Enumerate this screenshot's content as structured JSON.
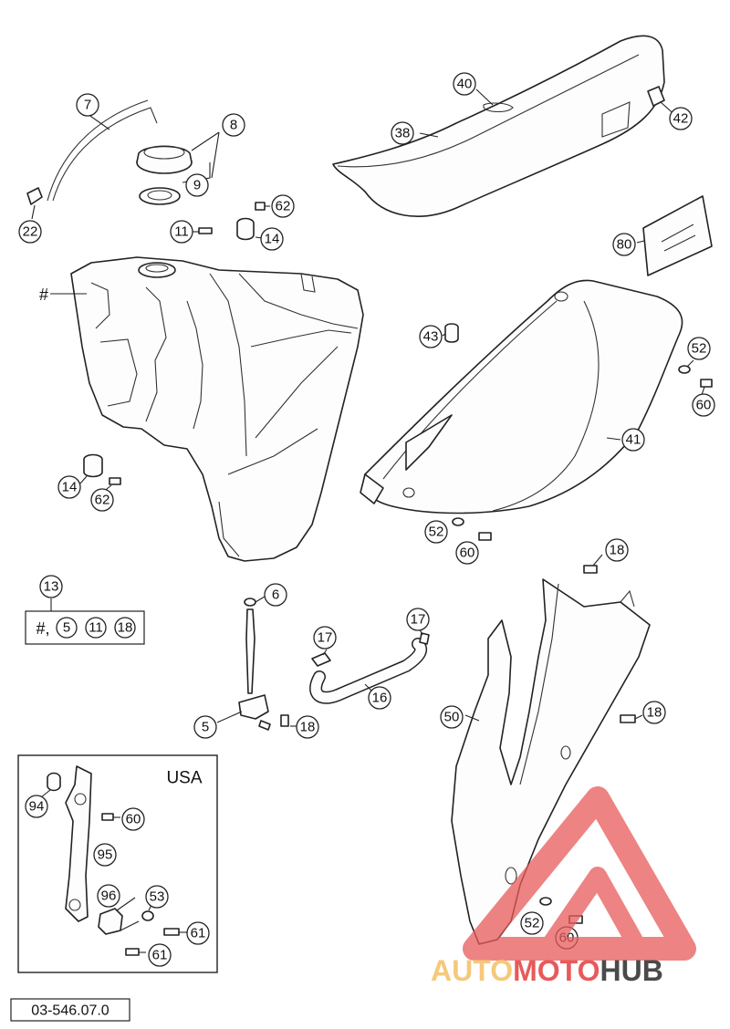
{
  "hash_label": "#",
  "kit": {
    "number": "13",
    "contents_prefix": "#,",
    "contents": [
      "5",
      "11",
      "18"
    ]
  },
  "usa_box": {
    "title": "USA"
  },
  "callouts": {
    "c7": "7",
    "c8": "8",
    "c9": "9",
    "c22": "22",
    "c11": "11",
    "c62a": "62",
    "c14a": "14",
    "c40": "40",
    "c42": "42",
    "c38": "38",
    "c80": "80",
    "c43": "43",
    "c52a": "52",
    "c60a": "60",
    "c41": "41",
    "c14b": "14",
    "c62b": "62",
    "c52b": "52",
    "c60b": "60",
    "c18a": "18",
    "c6": "6",
    "c17a": "17",
    "c17b": "17",
    "c16": "16",
    "c5": "5",
    "c18b": "18",
    "c50": "50",
    "c18c": "18",
    "c52c": "52",
    "c60c": "60",
    "c94": "94",
    "c60d": "60",
    "c95": "95",
    "c96": "96",
    "c53": "53",
    "c61a": "61",
    "c61b": "61"
  },
  "drawing_number": "03-546.07.0",
  "watermark": {
    "part1": "AUTO",
    "part2": "MOTO",
    "part3": "HUB"
  },
  "colors": {
    "line": "#222222",
    "wm_light": "#f5c97a",
    "wm_red": "#e85a5a",
    "wm_grey": "#4a4a4a"
  }
}
